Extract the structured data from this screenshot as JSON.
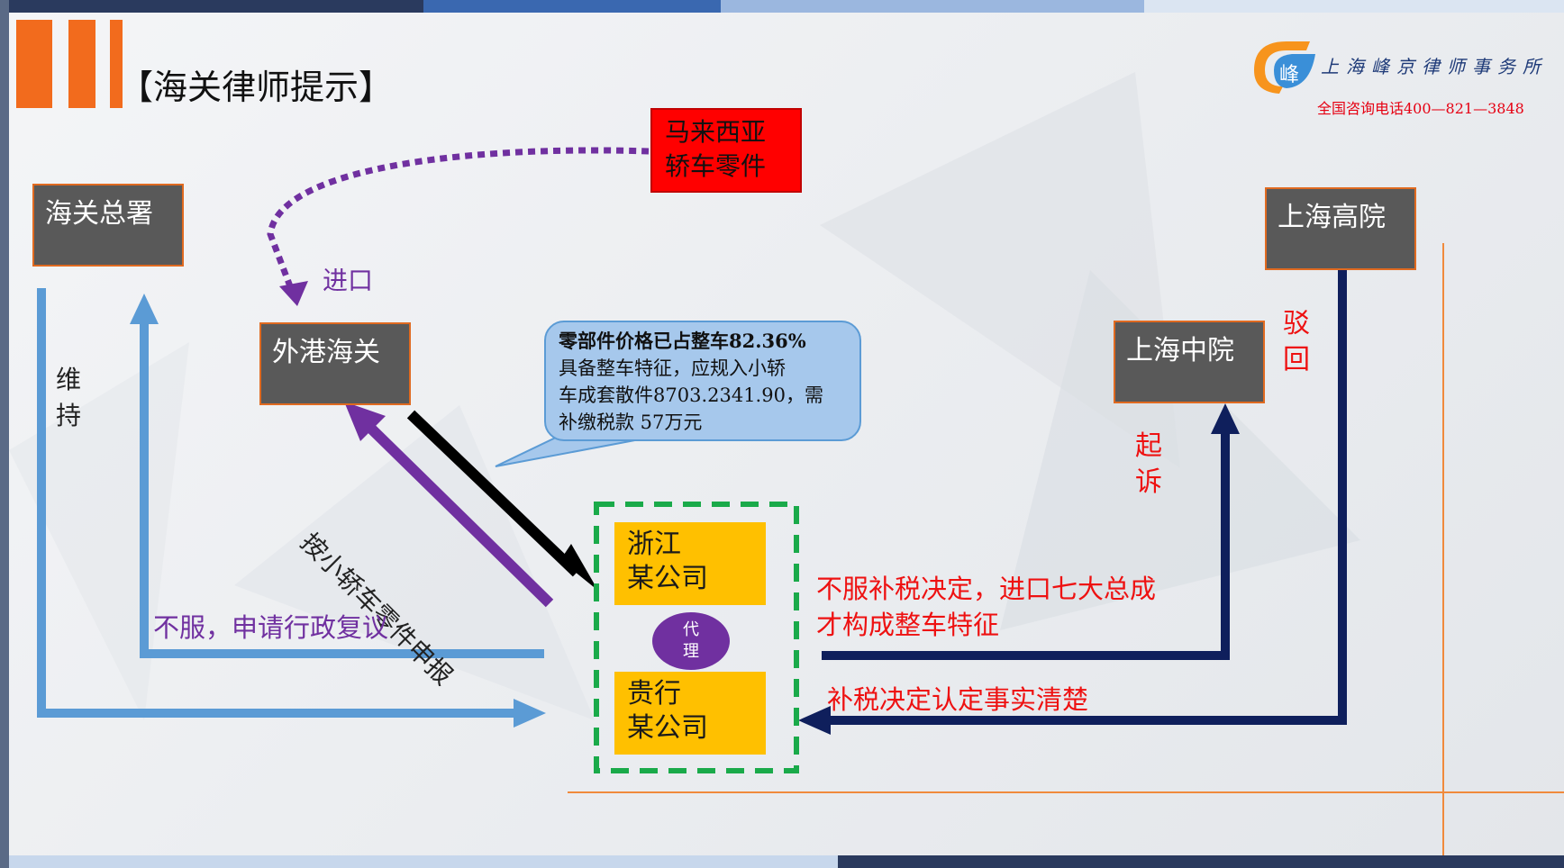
{
  "header": {
    "title": "【海关律师提示】"
  },
  "firm": {
    "name": "上海峰京律师事务所",
    "phone": "全国咨询电话400—821—3848"
  },
  "nodes": {
    "customs_hq": "海关总署",
    "port_customs": "外港海关",
    "malaysia": [
      "马来西亚",
      "轿车零件"
    ],
    "shanghai_high": "上海高院",
    "shanghai_mid": "上海中院",
    "zhejiang": [
      "浙江",
      "某公司"
    ],
    "guixing": [
      "贵行",
      "某公司"
    ],
    "agent": [
      "代",
      "理"
    ]
  },
  "labels": {
    "import": "进口",
    "maintain": [
      "维",
      "持"
    ],
    "declare": "按小轿车零件申报",
    "appeal": "不服，申请行政复议",
    "sue": [
      "起",
      "诉"
    ],
    "reject": [
      "驳",
      "回"
    ],
    "dispute": [
      "不服补税决定，进口七大总成",
      "才构成整车特征"
    ],
    "facts": "补税决定认定事实清楚"
  },
  "callout": [
    "零部件价格已占整车82.36%",
    "具备整车特征，应规入小轿",
    "车成套散件8703.2341.90，需",
    "补缴税款 57万元"
  ]
}
